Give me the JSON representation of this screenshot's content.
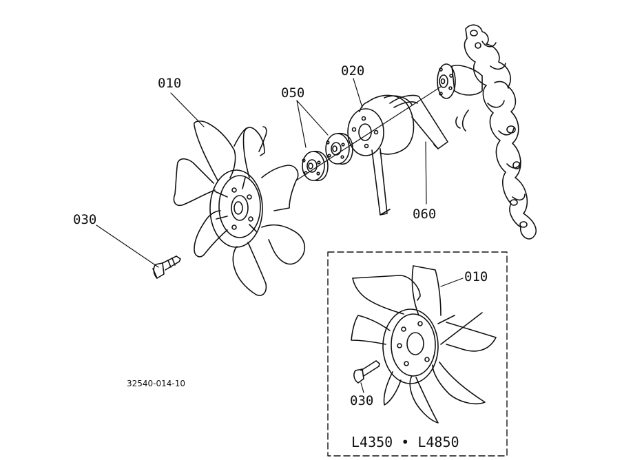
{
  "callouts": {
    "fan": "010",
    "spacer": "050",
    "pulley": "020",
    "bolt": "030",
    "belt": "060",
    "inset_fan": "010",
    "inset_bolt": "030"
  },
  "drawing_number": "32540-014-10",
  "inset_models": "L4350 • L4850"
}
